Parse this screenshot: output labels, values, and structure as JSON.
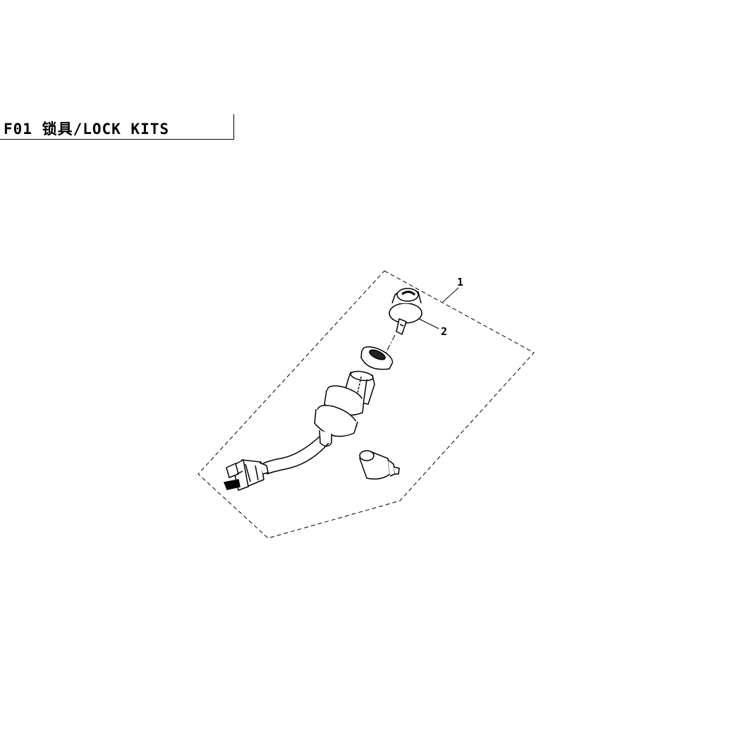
{
  "header": {
    "title": "F01 锁具/LOCK KITS"
  },
  "callouts": [
    {
      "id": "1",
      "label": "1"
    },
    {
      "id": "2",
      "label": "2"
    }
  ]
}
